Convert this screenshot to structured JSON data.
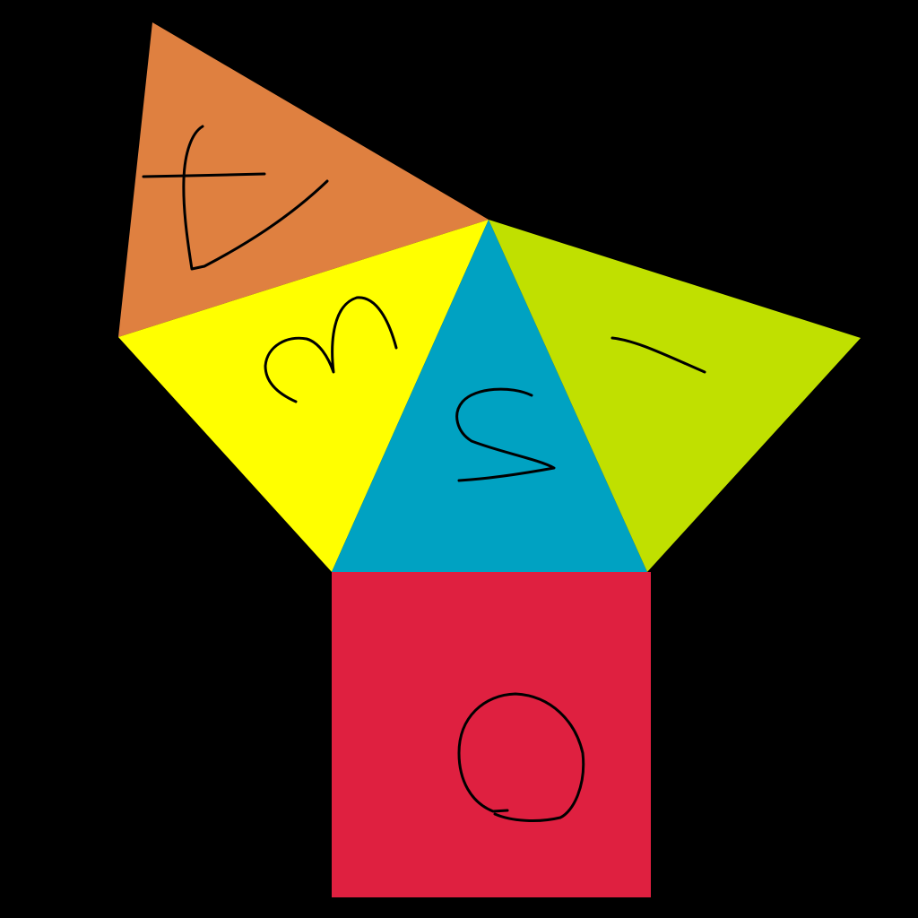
{
  "diagram": {
    "background": "#000000",
    "stroke_color": "#000000",
    "faces": [
      {
        "id": "orange-triangle",
        "color": "#DF8040",
        "mark": "4"
      },
      {
        "id": "yellow-triangle",
        "color": "#FFFF00",
        "mark": "3"
      },
      {
        "id": "blue-triangle",
        "color": "#00A2C2",
        "mark": "2"
      },
      {
        "id": "green-triangle",
        "color": "#C0E000",
        "mark": "1"
      },
      {
        "id": "red-square",
        "color": "#DF2040",
        "mark": "0"
      }
    ]
  }
}
